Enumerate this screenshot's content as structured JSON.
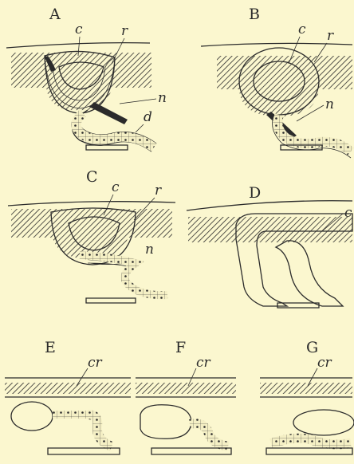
{
  "panels": [
    {
      "id": "A",
      "title": "A",
      "labels": [
        "c",
        "r",
        "n",
        "d"
      ]
    },
    {
      "id": "B",
      "title": "B",
      "labels": [
        "c",
        "r",
        "n"
      ]
    },
    {
      "id": "C",
      "title": "C",
      "labels": [
        "c",
        "r",
        "n"
      ]
    },
    {
      "id": "D",
      "title": "D",
      "labels": [
        "c"
      ]
    },
    {
      "id": "E",
      "title": "E",
      "labels": [
        "cr"
      ]
    },
    {
      "id": "F",
      "title": "F",
      "labels": [
        "cr"
      ]
    },
    {
      "id": "G",
      "title": "G",
      "labels": [
        "cr"
      ]
    }
  ],
  "colors": {
    "background": "#fbf7cf",
    "ink": "#2b2b2b"
  }
}
